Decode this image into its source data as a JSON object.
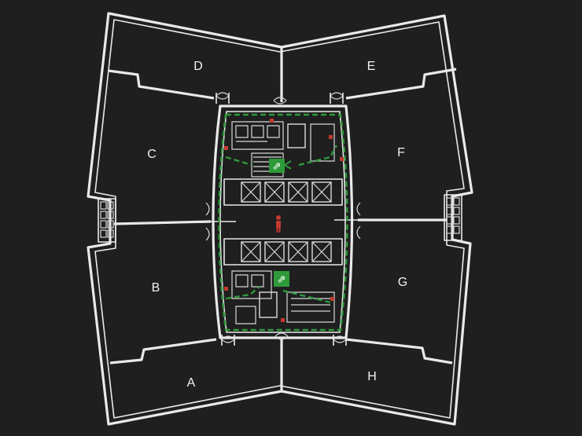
{
  "diagram": {
    "zones": [
      {
        "id": "D",
        "label": "D"
      },
      {
        "id": "E",
        "label": "E"
      },
      {
        "id": "C",
        "label": "C"
      },
      {
        "id": "F",
        "label": "F"
      },
      {
        "id": "B",
        "label": "B"
      },
      {
        "id": "G",
        "label": "G"
      },
      {
        "id": "A",
        "label": "A"
      },
      {
        "id": "H",
        "label": "H"
      }
    ],
    "colors": {
      "background": "#1f1f1f",
      "walls": "#e9e9e9",
      "evacuation_route": "#2e9a3a",
      "marker": "#c43a2f"
    },
    "icons": [
      "emergency-exit-stair-icon",
      "you-are-here-person-icon",
      "elevator-icon",
      "door-icon"
    ]
  }
}
